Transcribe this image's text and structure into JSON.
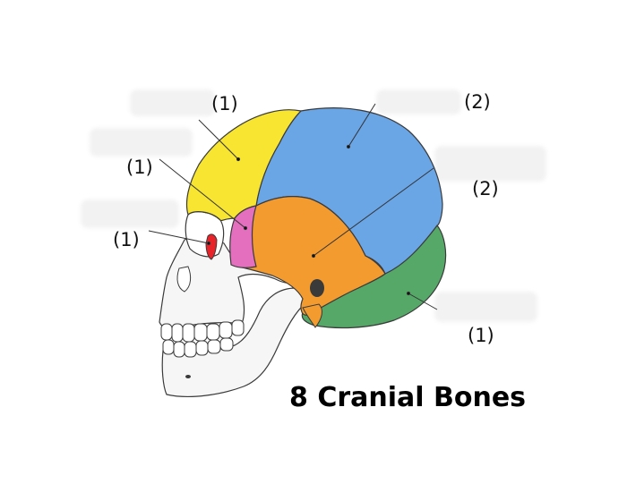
{
  "title": "8 Cranial Bones",
  "labels": {
    "frontal": "(1)",
    "sphenoid": "(1)",
    "ethmoid": "(1)",
    "parietal": "(2)",
    "temporal": "(2)",
    "occipital": "(1)"
  },
  "colors": {
    "frontal": "#f7e531",
    "parietal": "#6aa5e6",
    "temporal": "#f39b2f",
    "occipital": "#55a867",
    "sphenoid": "#e56fbf",
    "ethmoid": "#e8242a",
    "skull": "#f6f6f6",
    "outline": "#3a3a3a"
  }
}
